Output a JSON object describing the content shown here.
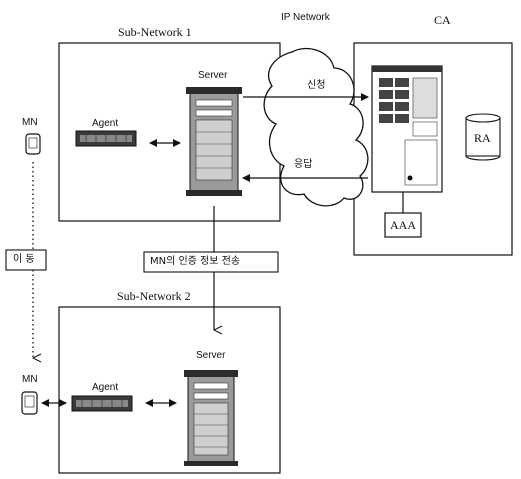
{
  "diagram": {
    "network1": {
      "title": "Sub-Network 1",
      "server_label": "Server",
      "agent_label": "Agent"
    },
    "ip_network": {
      "title": "IP Network",
      "request_label": "신청",
      "response_label": "응답"
    },
    "ca": {
      "title": "CA",
      "ra_label": "RA",
      "aaa_label": "AAA"
    },
    "mn_top_label": "MN",
    "mn_bottom_label": "MN",
    "move_label": "이 동",
    "transfer_label": "MN의 인증 정보 전송",
    "network2": {
      "title": "Sub-Network 2",
      "server_label": "Server",
      "agent_label": "Agent"
    }
  }
}
